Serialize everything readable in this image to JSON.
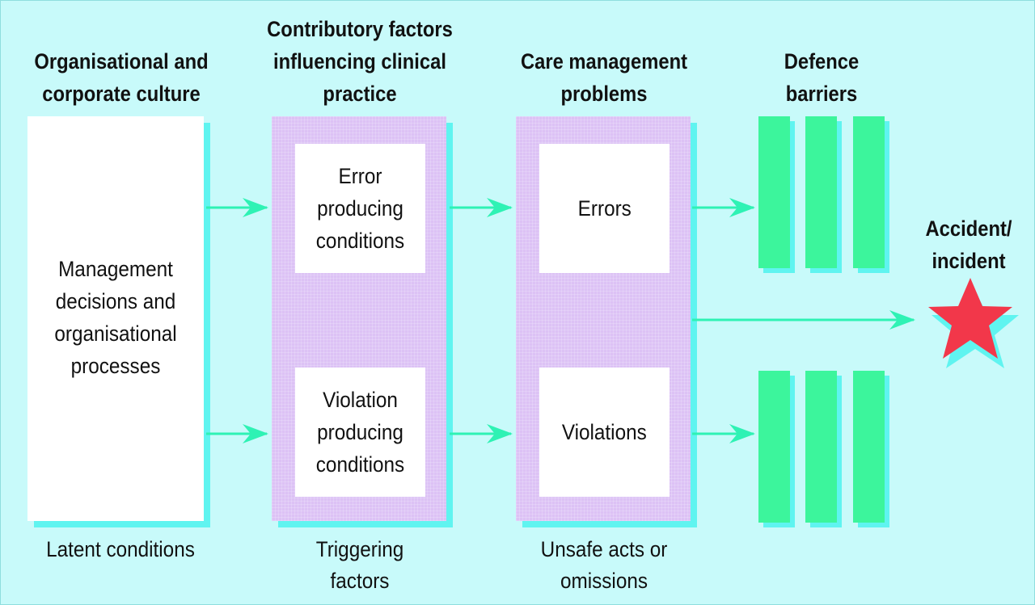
{
  "headers": {
    "col1": "Organisational and corporate culture",
    "col2": "Contributory factors influencing clinical practice",
    "col3": "Care management problems",
    "col4": "Defence barriers",
    "outcome": "Accident/ incident"
  },
  "col1_box": "Management decisions and organisational processes",
  "col2_boxes": {
    "top": "Error producing conditions",
    "bottom": "Violation producing conditions"
  },
  "col3_boxes": {
    "top": "Errors",
    "bottom": "Violations"
  },
  "footers": {
    "col1": "Latent conditions",
    "col2": "Triggering factors",
    "col3": "Unsafe acts or omissions"
  },
  "colors": {
    "background": "#c8fafa",
    "shadow": "#5ff4f0",
    "purple": "#dcc2f5",
    "barrier": "#3cf59c",
    "arrow": "#2ef2b4",
    "star": "#f2374a"
  }
}
